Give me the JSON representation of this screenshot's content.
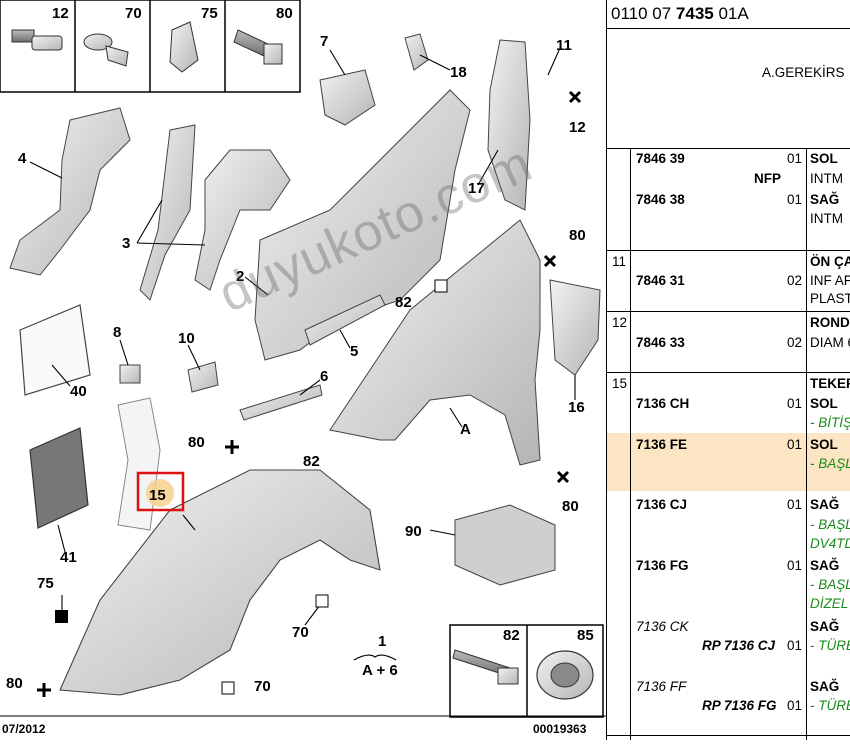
{
  "header": {
    "code_prefix": "0110 07 ",
    "code_bold": "7435",
    "code_suffix": " 01A",
    "subtitle": "A.GEREKİRS"
  },
  "diagram": {
    "callouts": [
      "12",
      "70",
      "75",
      "80",
      "7",
      "18",
      "11",
      "12",
      "4",
      "3",
      "2",
      "17",
      "80",
      "82",
      "5",
      "40",
      "8",
      "10",
      "6",
      "16",
      "80",
      "82",
      "A",
      "15",
      "80",
      "41",
      "90",
      "75",
      "70",
      "1",
      "A + 6",
      "80",
      "70",
      "82",
      "85"
    ],
    "footer_left": "07/2012",
    "footer_right": "00019363",
    "watermark": "duyukoto.com"
  },
  "table": {
    "rows": [
      {
        "ref": "",
        "part": "7846 39",
        "extra": "NFP",
        "qty": "01",
        "desc": "SOL",
        "desc2": "INTM"
      },
      {
        "ref": "",
        "part": "7846 38",
        "qty": "01",
        "desc": "SAĞ",
        "desc2": "INTM"
      },
      {
        "ref": "11",
        "part": "7846 31",
        "qty": "02",
        "desc": "ÖN ÇA",
        "desc2": "INF AF",
        "desc3": "PLAST"
      },
      {
        "ref": "12",
        "part": "7846 33",
        "qty": "02",
        "desc": "ROND",
        "desc2": "DIAM 6"
      },
      {
        "ref": "15",
        "desc": "TEKER"
      },
      {
        "ref": "",
        "part": "7136 CH",
        "qty": "01",
        "desc": "SOL",
        "note": "- BİTİŞ"
      },
      {
        "ref": "",
        "part": "7136 FE",
        "qty": "01",
        "desc": "SOL",
        "note": "- BAŞL"
      },
      {
        "ref": "",
        "part": "7136 CJ",
        "qty": "01",
        "desc": "SAĞ",
        "note": "- BAŞL",
        "note2": "DV4TD"
      },
      {
        "ref": "",
        "part": "7136 FG",
        "qty": "01",
        "desc": "SAĞ",
        "note": "- BAŞL",
        "note2": "DİZEL"
      },
      {
        "ref": "",
        "part": "7136 CK",
        "rp": "RP 7136 CJ",
        "qty": "01",
        "desc": "SAĞ",
        "note": "- TÜRE"
      },
      {
        "ref": "",
        "part": "7136 FF",
        "rp": "RP 7136 FG",
        "qty": "01",
        "desc": "SAĞ",
        "note": "- TÜRE"
      }
    ]
  }
}
